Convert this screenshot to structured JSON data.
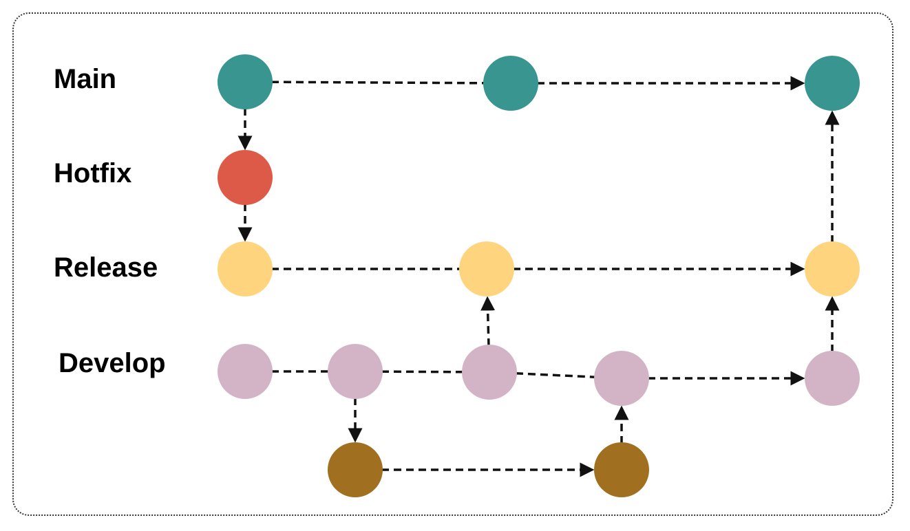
{
  "lanes": {
    "main": "Main",
    "hotfix": "Hotfix",
    "release": "Release",
    "develop": "Develop"
  },
  "colors": {
    "main": "#38958f",
    "hotfix": "#de5a48",
    "release": "#ffd47f",
    "develop": "#d3b4c6",
    "feature": "#a07020",
    "arrow": "#111111",
    "frame": "#333333"
  }
}
